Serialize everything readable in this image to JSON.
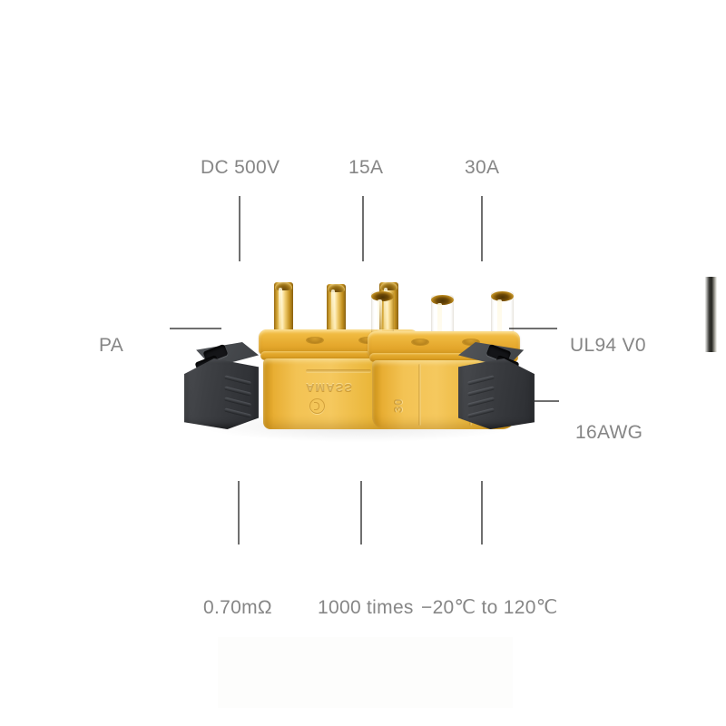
{
  "scene": {
    "title": "XT30 style multi-pin connector pair specification callout",
    "background_color": "#ffffff",
    "label_color": "#868686",
    "leader_color": "#6f6f6f",
    "housing_color": "#e8ae33",
    "contact_color": "#e9c264",
    "boot_color": "#3a3c40"
  },
  "callouts": {
    "top": [
      {
        "id": "voltage",
        "label": "DC 500V"
      },
      {
        "id": "current-continuous",
        "label": "15A"
      },
      {
        "id": "current-peak",
        "label": "30A"
      }
    ],
    "left": [
      {
        "id": "housing-material",
        "label": "PA"
      }
    ],
    "right": [
      {
        "id": "flame-rating",
        "label": "UL94 V0"
      },
      {
        "id": "wire-gauge",
        "label": "16AWG"
      }
    ],
    "bottom": [
      {
        "id": "contact-resistance",
        "label": "0.70mΩ"
      },
      {
        "id": "mating-cycles",
        "label": "1000 times"
      },
      {
        "id": "temperature-range",
        "label": "−20℃ to 120℃"
      }
    ]
  },
  "products": {
    "male": {
      "name": "male-connector",
      "contact_type": "blade",
      "contact_count": 3,
      "body_emboss": "AMASS",
      "logo": "amass-logo"
    },
    "female": {
      "name": "female-connector",
      "contact_type": "bullet-socket",
      "contact_count": 3,
      "body_emboss": "30"
    },
    "boots": {
      "name": "rubber-end-cap",
      "count": 2,
      "hole_count": 3
    }
  }
}
